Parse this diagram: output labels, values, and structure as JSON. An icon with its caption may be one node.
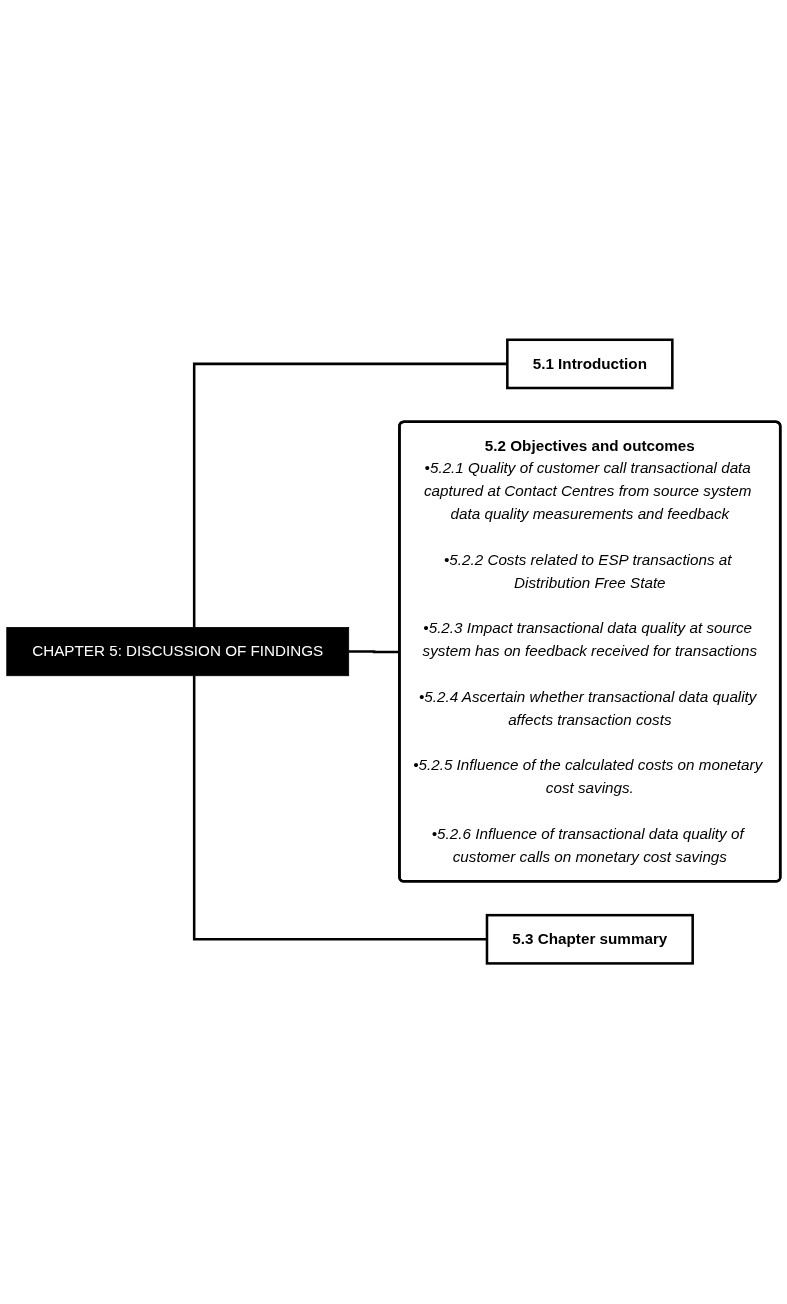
{
  "diagram": {
    "nodes": [
      {
        "text": [
          "CHAPTER 5: DISCUSSION OF FINDINGS"
        ]
      },
      {
        "text": [
          "5.1 Introduction"
        ]
      },
      {
        "text": [
          "5.2 Objectives and outcomes",
          "•5.2.1 Quality of customer call transactional data captured at Contact Centres from source system data quality measurements and feedback",
          "•5.2.2 Costs related to ESP transactions at Distribution Free State",
          "•5.2.3 Impact transactional data quality at source system has on feedback received for transactions",
          "•5.2.4 Ascertain whether transactional data quality affects transaction costs",
          "•5.2.5 Influence of the calculated costs on monetary cost savings.",
          "•5.2.6 Influence of transactional data quality of customer calls on monetary cost savings"
        ]
      },
      {
        "text": [
          "5.3 Chapter summary"
        ]
      }
    ],
    "edges": [
      {
        "from": 0,
        "to": 1,
        "arrow": "none"
      },
      {
        "from": 0,
        "to": 2,
        "arrow": "none"
      },
      {
        "from": 0,
        "to": 3,
        "arrow": "none"
      }
    ]
  }
}
